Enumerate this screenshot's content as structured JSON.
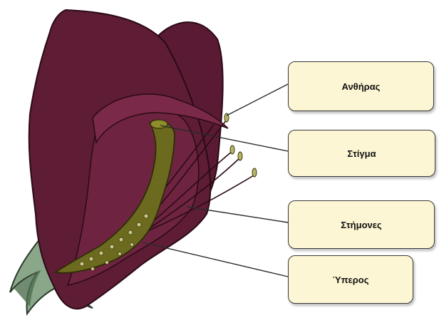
{
  "labels": {
    "anther": "Ανθήρας",
    "stigma": "Στίγμα",
    "stamens": "Στήμονες",
    "pistil": "Ύπερος"
  },
  "colors": {
    "petal": "#5e1c35",
    "petal_inner": "#6e2440",
    "pistil": "#6b6a1e",
    "sepal": "#5b7a5c",
    "box_fill": "#fdf6d4"
  }
}
